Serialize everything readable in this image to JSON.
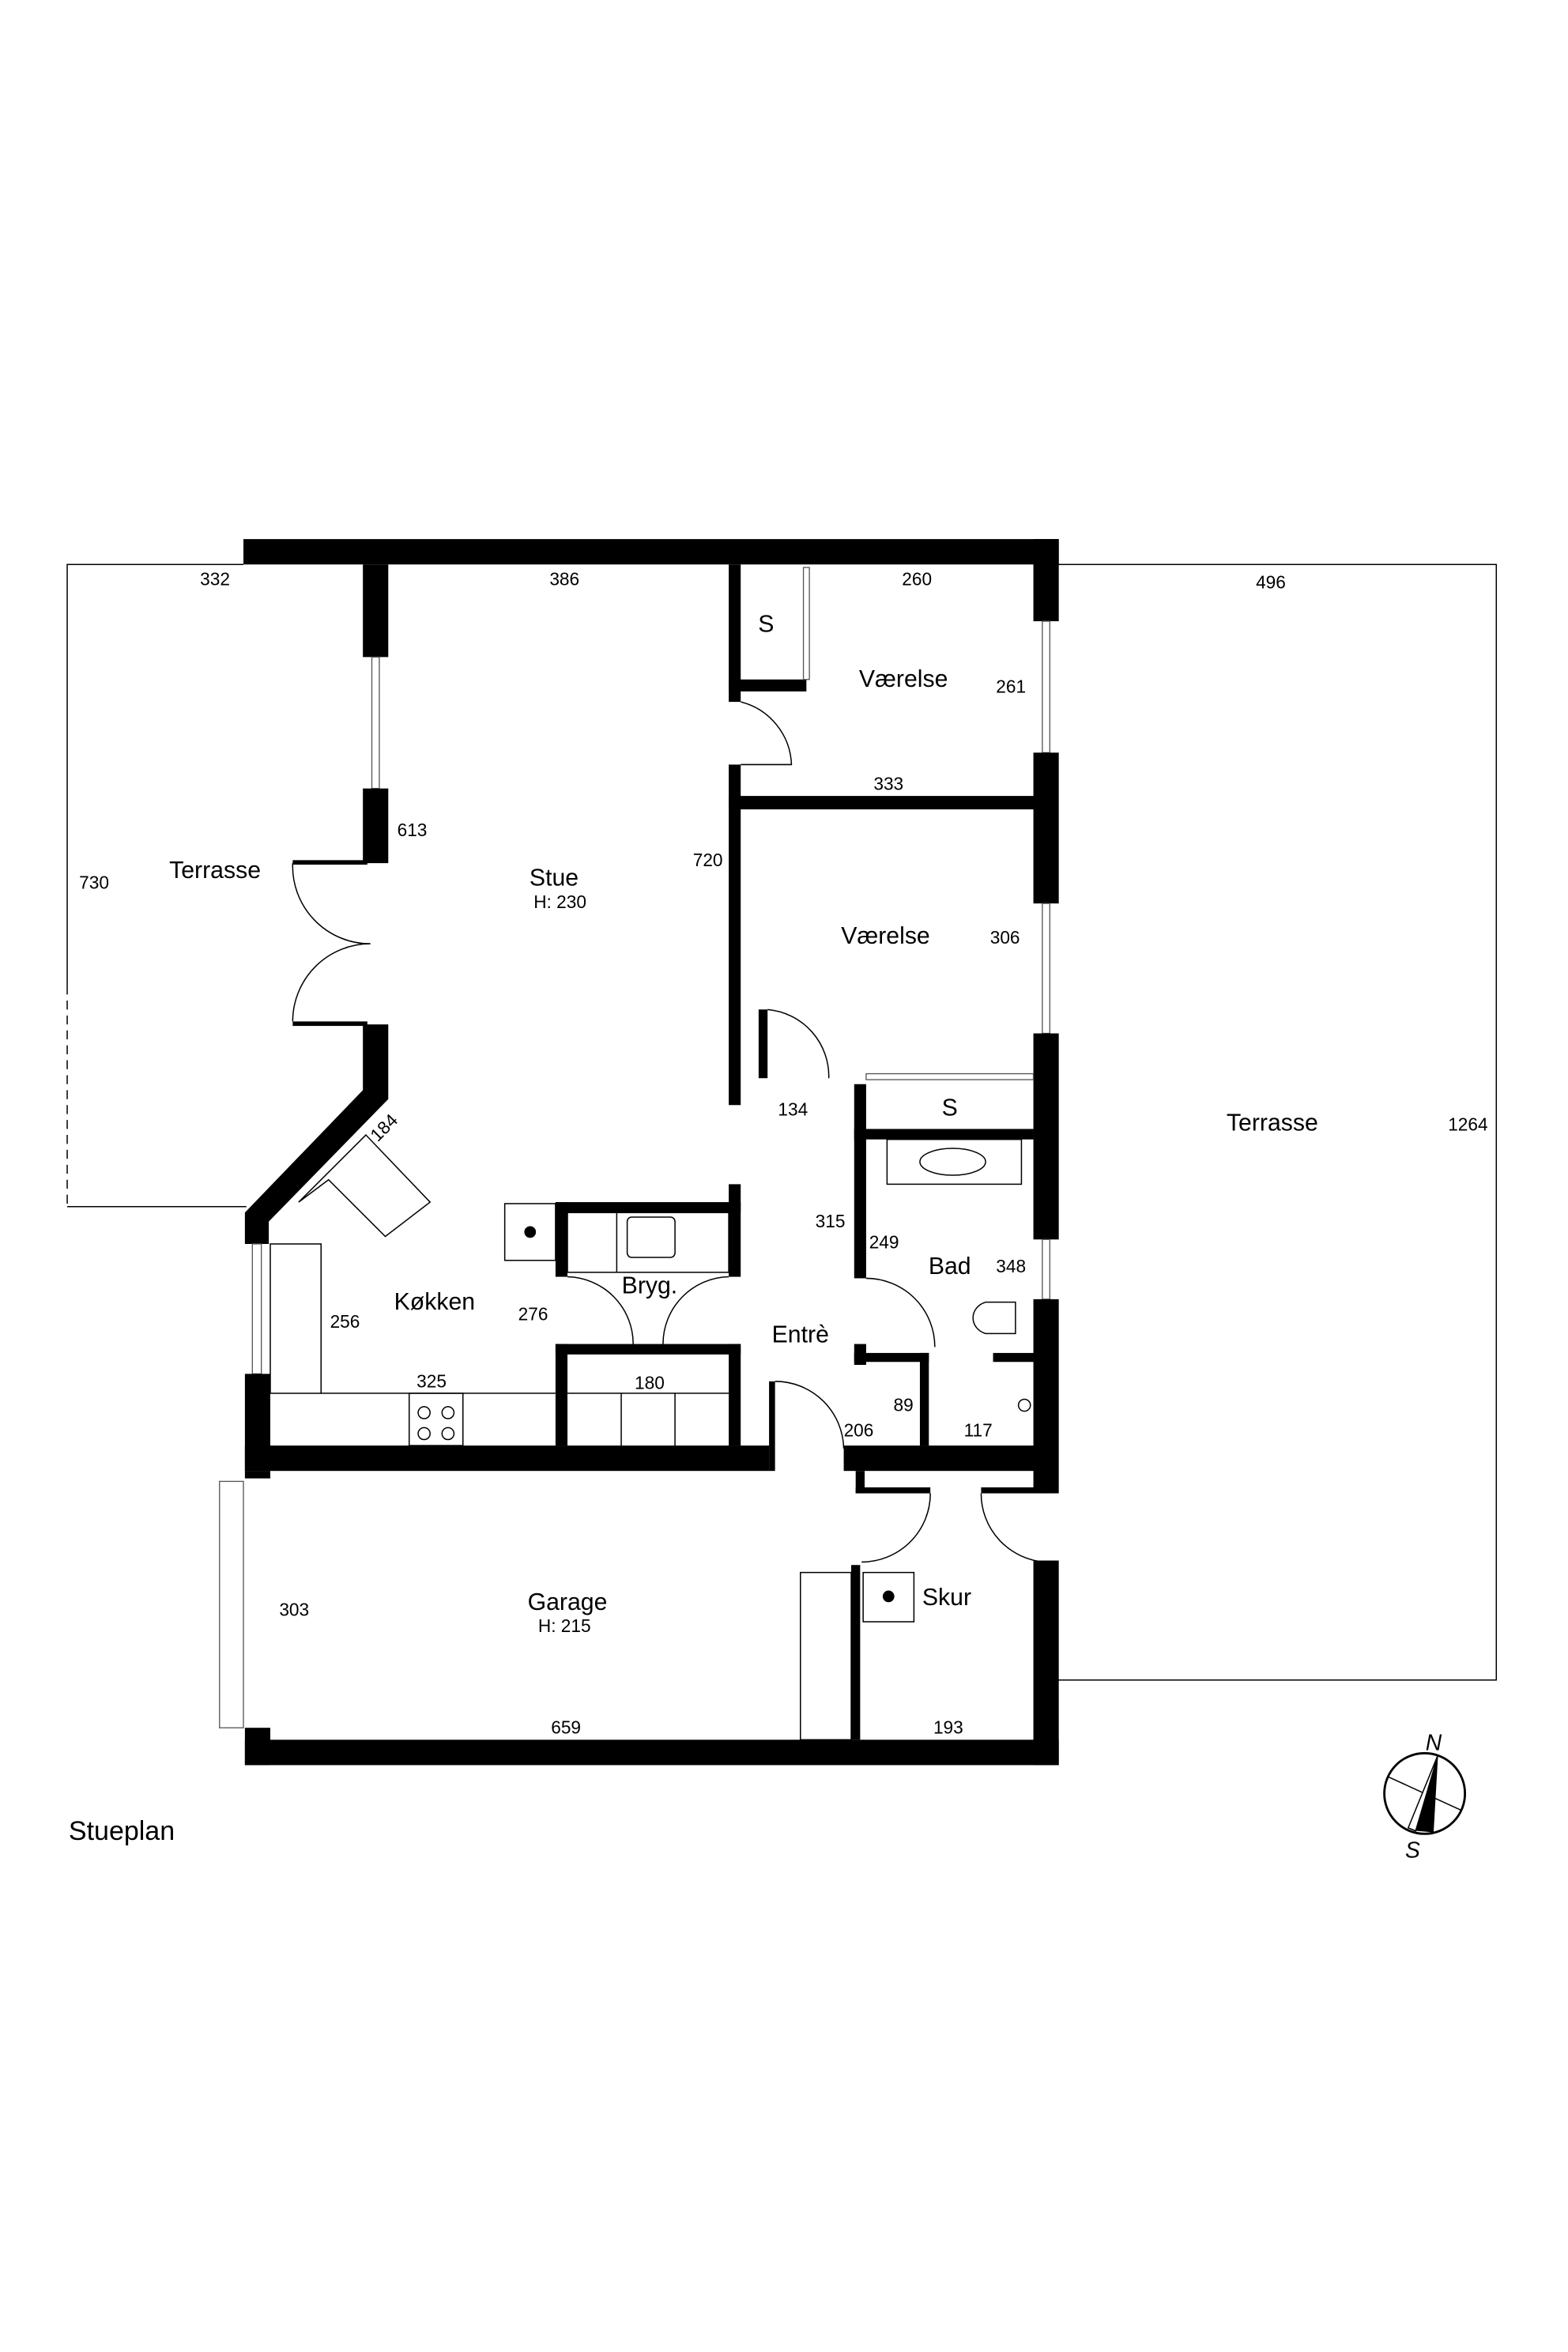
{
  "plan_title": "Stueplan",
  "rooms": {
    "stue": {
      "name": "Stue",
      "height": "H: 230"
    },
    "terrasse_left": {
      "name": "Terrasse"
    },
    "terrasse_right": {
      "name": "Terrasse"
    },
    "vaerelse_1": {
      "name": "Værelse"
    },
    "vaerelse_2": {
      "name": "Værelse"
    },
    "closet_1": {
      "name": "S"
    },
    "closet_2": {
      "name": "S"
    },
    "koekken": {
      "name": "Køkken"
    },
    "bryg": {
      "name": "Bryg."
    },
    "entre": {
      "name": "Entrè"
    },
    "bad": {
      "name": "Bad"
    },
    "garage": {
      "name": "Garage",
      "height": "H: 215"
    },
    "skur": {
      "name": "Skur"
    }
  },
  "dimensions": {
    "d332": "332",
    "d386": "386",
    "d260": "260",
    "d496": "496",
    "d261": "261",
    "d333": "333",
    "d613": "613",
    "d730": "730",
    "d720": "720",
    "d306": "306",
    "d134": "134",
    "d184": "184",
    "d1264": "1264",
    "d315": "315",
    "d249": "249",
    "d348": "348",
    "d256": "256",
    "d276": "276",
    "d325": "325",
    "d180": "180",
    "d89": "89",
    "d206": "206",
    "d117": "117",
    "d303": "303",
    "d659": "659",
    "d193": "193"
  },
  "compass": {
    "north": "N",
    "south": "S"
  },
  "colors": {
    "wall": "#000000",
    "background": "#ffffff"
  }
}
